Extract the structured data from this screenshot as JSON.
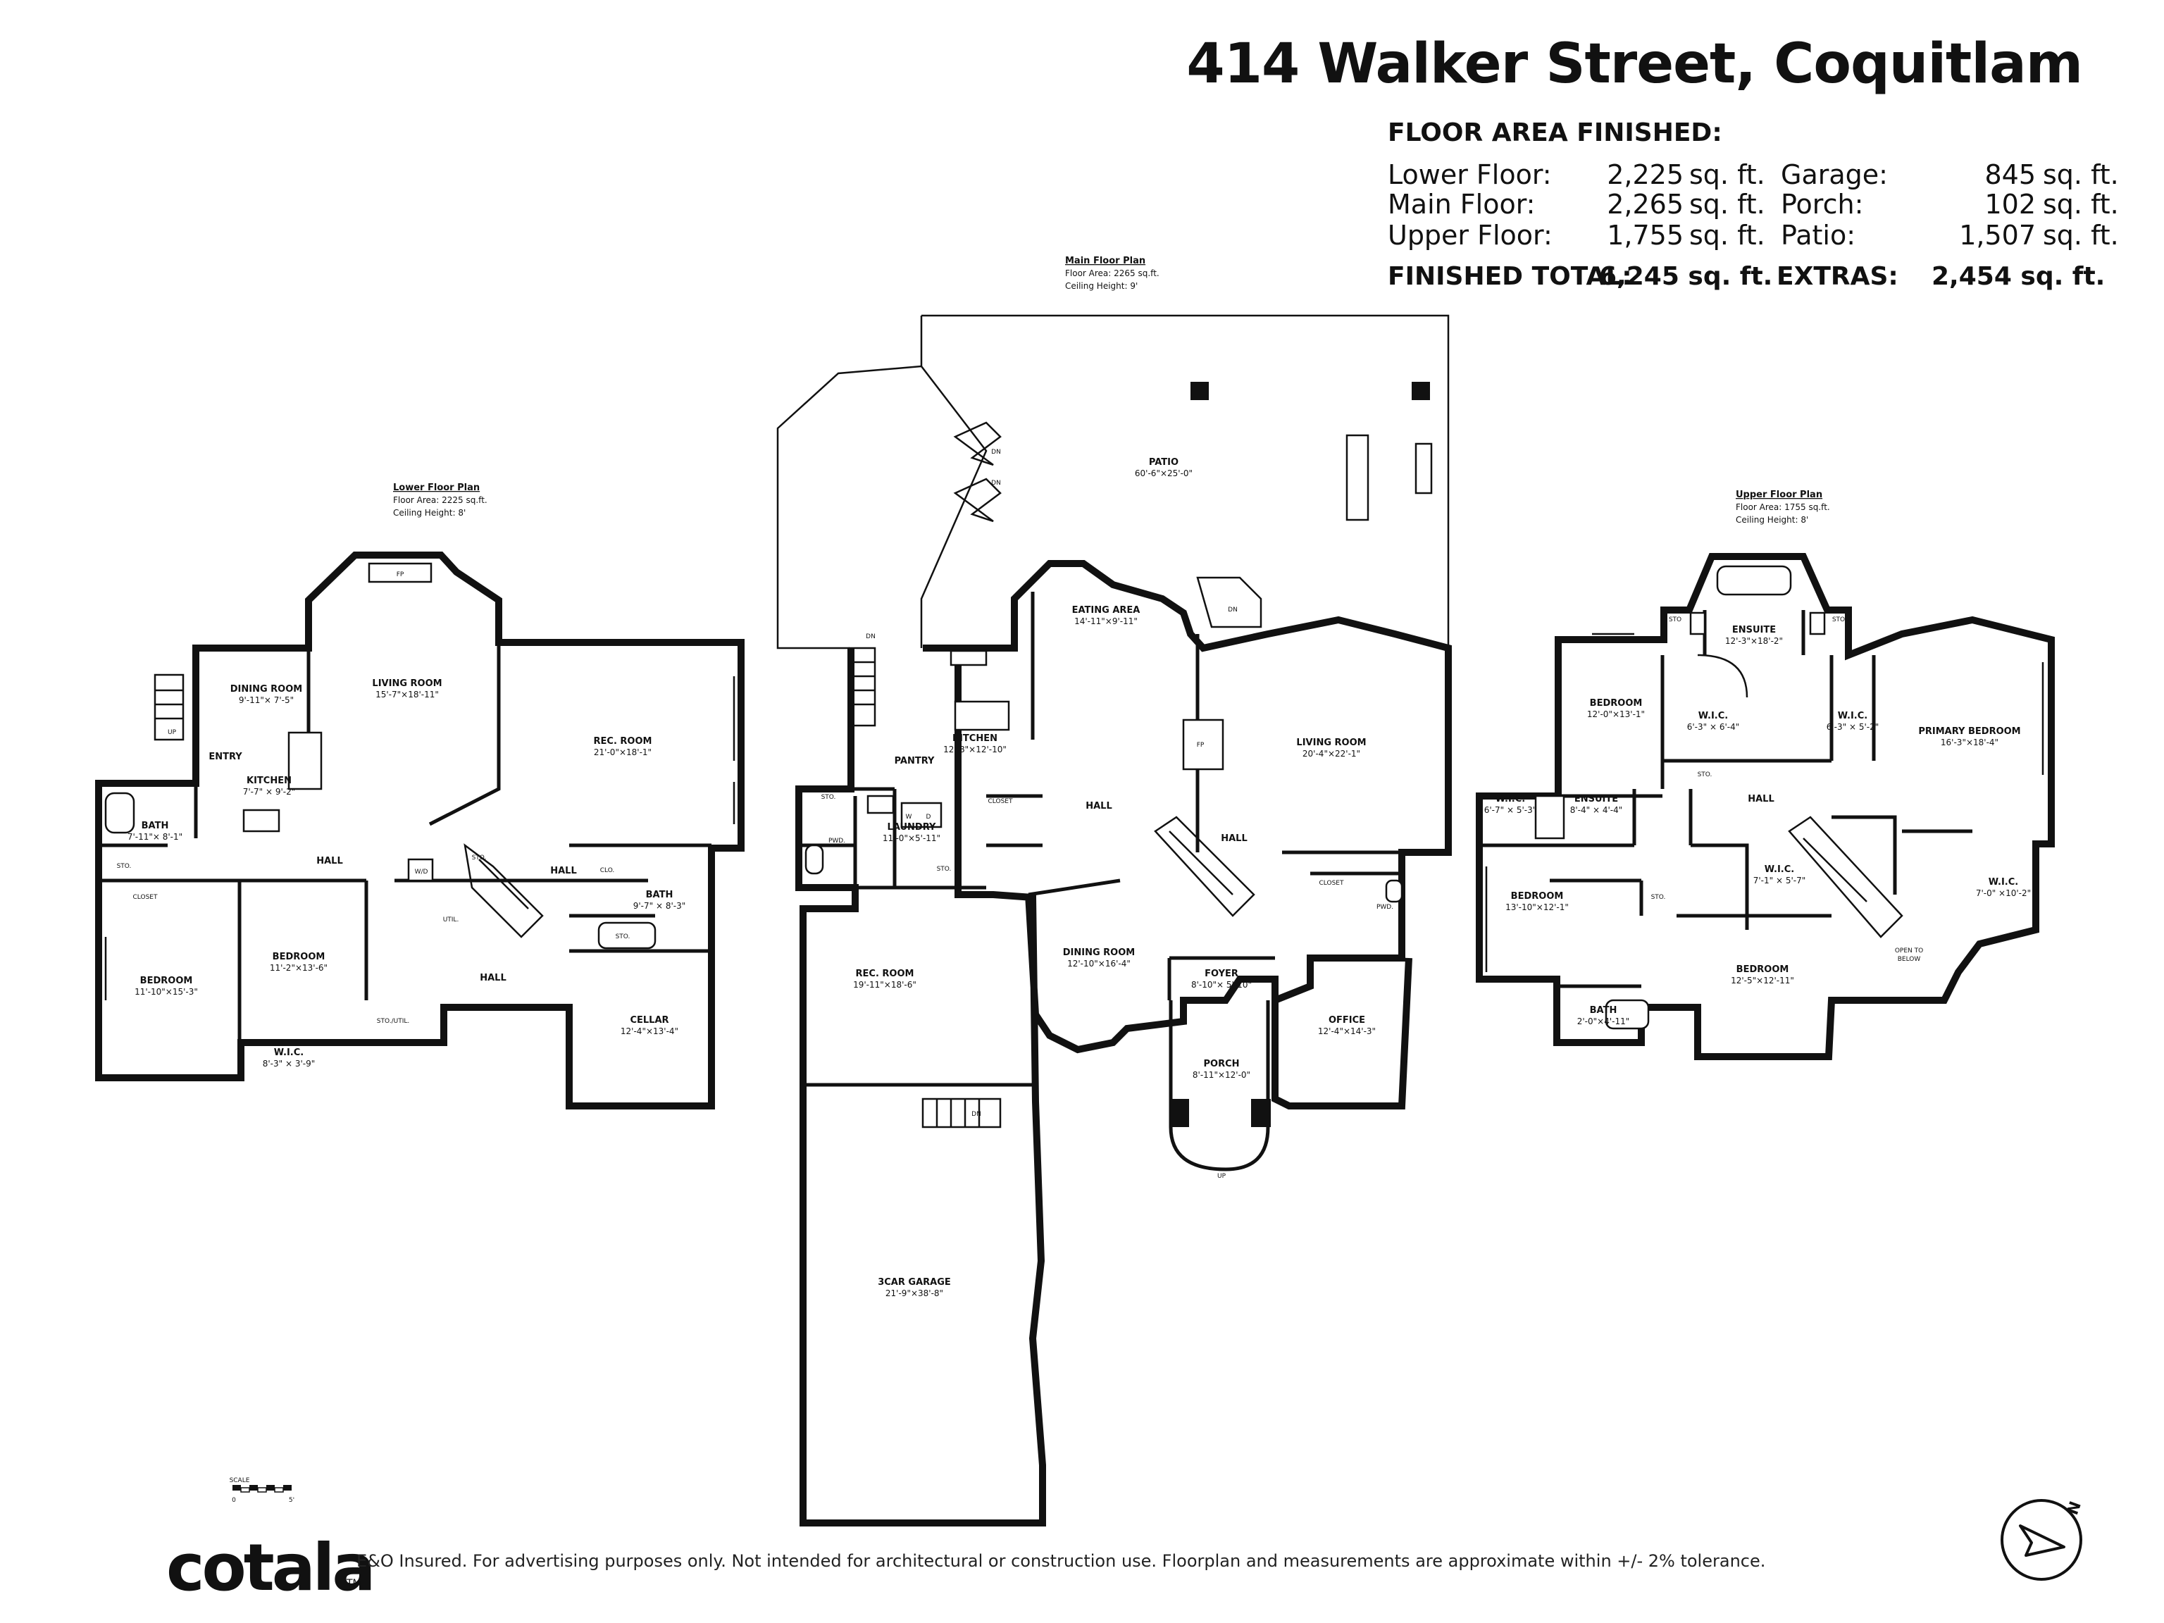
{
  "title": "414 Walker Street, Coquitlam",
  "floor_area": {
    "heading": "FLOOR AREA FINISHED:",
    "rows": [
      {
        "label": "Lower Floor:",
        "value": "2,225",
        "unit": "sq. ft.",
        "label2": "Garage:",
        "value2": "845",
        "unit2": "sq. ft."
      },
      {
        "label": "Main Floor:",
        "value": "2,265",
        "unit": "sq. ft.",
        "label2": "Porch:",
        "value2": "102",
        "unit2": "sq. ft."
      },
      {
        "label": "Upper Floor:",
        "value": "1,755",
        "unit": "sq. ft.",
        "label2": "Patio:",
        "value2": "1,507",
        "unit2": "sq. ft."
      }
    ],
    "total_label": "FINISHED TOTAL:",
    "total_value": "6,245 sq. ft.",
    "extras_label": "EXTRAS:",
    "extras_value": "2,454 sq. ft."
  },
  "lower": {
    "header": "Lower Floor Plan",
    "area": "Floor Area: 2225 sq.ft.",
    "ceiling": "Ceiling Height: 8'",
    "rooms": {
      "fp": "FP",
      "dining": "DINING ROOM",
      "dining_dim": "9'-11\"× 7'-5\"",
      "living": "LIVING ROOM",
      "living_dim": "15'-7\"×18'-11\"",
      "entry": "ENTRY",
      "up": "UP",
      "kitchen": "KITCHEN",
      "kitchen_dim": "7'-7\" × 9'-2\"",
      "rec": "REC. ROOM",
      "rec_dim": "21'-0\"×18'-1\"",
      "bath1": "BATH",
      "bath1_dim": "7'-11\"×\n8'-1\"",
      "sto1": "STO.",
      "closet": "CLOSET",
      "hall1": "HALL",
      "wd": "W/D",
      "sto2": "STO.",
      "hall2": "HALL",
      "clo": "CLO.",
      "bath2": "BATH",
      "bath2_dim": "9'-7\" × 8'-3\"",
      "util": "UTIL.",
      "sto3": "STO.",
      "bedroom1": "BEDROOM",
      "bedroom1_dim": "11'-10\"×15'-3\"",
      "bedroom2": "BEDROOM",
      "bedroom2_dim": "11'-2\"×13'-6\"",
      "hall3": "HALL",
      "stoutil": "STO./UTIL.",
      "wic": "W.I.C.",
      "wic_dim": "8'-3\" × 3'-9\"",
      "cellar": "CELLAR",
      "cellar_dim": "12'-4\"×13'-4\""
    }
  },
  "main": {
    "header": "Main Floor Plan",
    "area": "Floor Area: 2265 sq.ft.",
    "ceiling": "Ceiling Height: 9'",
    "rooms": {
      "patio": "PATIO",
      "patio_dim": "60'-6\"×25'-0\"",
      "dn1": "DN",
      "dn2": "DN",
      "dn3": "DN",
      "dn4": "DN",
      "eating": "EATING AREA",
      "eating_dim": "14'-11\"×9'-11\"",
      "kitchen": "KITCHEN",
      "kitchen_dim": "12'-8\"×12'-10\"",
      "pantry": "PANTRY",
      "fp": "FP",
      "living": "LIVING ROOM",
      "living_dim": "20'-4\"×22'-1\"",
      "sto1": "STO.",
      "pwd1": "PWD.",
      "laundry": "LAUNDRY",
      "laundry_dim": "11'-0\"×5'-11\"",
      "w": "W",
      "d": "D",
      "closet1": "CLOSET",
      "sto2": "STO.",
      "hall1": "HALL",
      "hall2": "HALL",
      "closet2": "CLOSET",
      "pwd2": "PWD.",
      "rec": "REC. ROOM",
      "rec_dim": "19'-11\"×18'-6\"",
      "dining": "DINING ROOM",
      "dining_dim": "12'-10\"×16'-4\"",
      "foyer": "FOYER",
      "foyer_dim": "8'-10\"× 5'-10\"",
      "office": "OFFICE",
      "office_dim": "12'-4\"×14'-3\"",
      "porch": "PORCH",
      "porch_dim": "8'-11\"×12'-0\"",
      "up": "UP",
      "dn5": "DN",
      "garage": "3CAR GARAGE",
      "garage_dim": "21'-9\"×38'-8\""
    }
  },
  "upper": {
    "header": "Upper Floor Plan",
    "area": "Floor Area: 1755 sq.ft.",
    "ceiling": "Ceiling Height: 8'",
    "rooms": {
      "sto1": "STO",
      "sto2": "STO",
      "ensuite1": "ENSUITE",
      "ensuite1_dim": "12'-3\"×18'-2\"",
      "bedroom1": "BEDROOM",
      "bedroom1_dim": "12'-0\"×13'-1\"",
      "wic1": "W.I.C.",
      "wic1_dim": "6'-3\" × 6'-4\"",
      "wic2": "W.I.C.",
      "wic2_dim": "6'-3\" × 5'-2\"",
      "primary": "PRIMARY BEDROOM",
      "primary_dim": "16'-3\"×18'-4\"",
      "sto3": "STO.",
      "hall": "HALL",
      "wic3": "W.I.C.",
      "wic3_dim": "6'-7\" × 5'-3\"",
      "ensuite2": "ENSUITE",
      "ensuite2_dim": "8'-4\" × 4'-4\"",
      "bedroom2": "BEDROOM",
      "bedroom2_dim": "13'-10\"×12'-1\"",
      "sto4": "STO.",
      "wic4": "W.I.C.",
      "wic4_dim": "7'-1\" × 5'-7\"",
      "wic5": "W.I.C.",
      "wic5_dim": "7'-0\" ×10'-2\"",
      "open": "OPEN TO",
      "below": "BELOW",
      "bath": "BATH",
      "bath_dim": "2'-0\"×4'-11\"",
      "bedroom3": "BEDROOM",
      "bedroom3_dim": "12'-5\"×12'-11\""
    }
  },
  "scale": {
    "label": "SCALE",
    "start": "0",
    "end": "5'"
  },
  "compass": {
    "letter": "N"
  },
  "footer": {
    "brand": "cotala",
    "tm": "TM",
    "disclaimer": "E&O Insured. For advertising purposes only. Not intended for architectural or construction use. Floorplan and measurements are approximate within +/- 2% tolerance."
  },
  "colors": {
    "wall": "#111111",
    "text": "#111111",
    "background": "#ffffff"
  }
}
